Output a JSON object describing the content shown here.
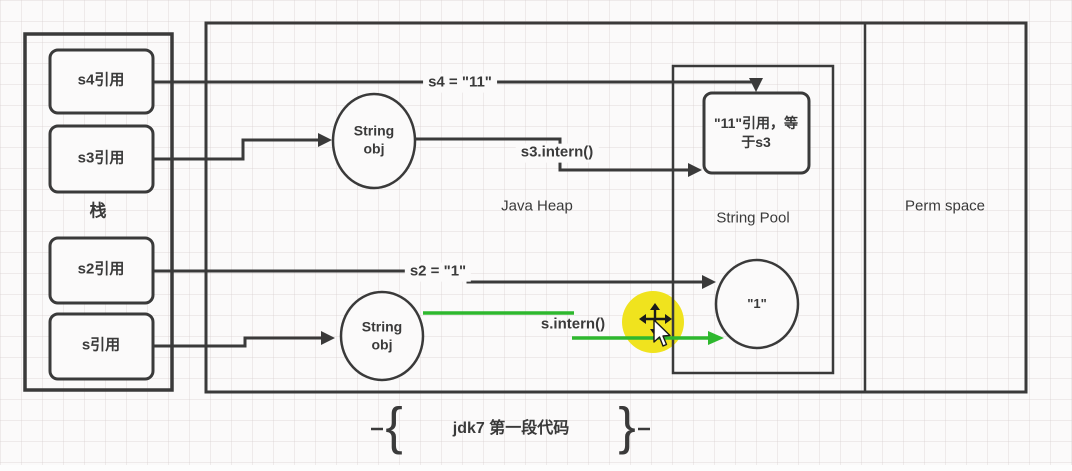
{
  "colors": {
    "line": "#3a3a3a",
    "green_accent": "#2eb82e",
    "highlight_yellow": "#f0e31e",
    "background": "#fbfafa"
  },
  "stack": {
    "label": "栈",
    "refs": [
      {
        "label": "s4引用"
      },
      {
        "label": "s3引用"
      },
      {
        "label": "s2引用"
      },
      {
        "label": "s引用"
      }
    ]
  },
  "heap": {
    "label": "Java Heap",
    "objects": [
      {
        "label": "String\nobj"
      },
      {
        "label": "String\nobj"
      }
    ]
  },
  "pool": {
    "label": "String Pool",
    "entry_11": "\"11\"引用，等于s3",
    "entry_1": "\"1\""
  },
  "perm": {
    "label": "Perm space"
  },
  "arrows": {
    "s4": "s4 = \"11\"",
    "s3_intern": "s3.intern()",
    "s2": "s2 = \"1\"",
    "s_intern": "s.intern()"
  },
  "caption": {
    "brace_left": "{",
    "text": "jdk7 第一段代码",
    "brace_right": "}"
  },
  "cursor": {
    "type": "move-with-pointer"
  }
}
